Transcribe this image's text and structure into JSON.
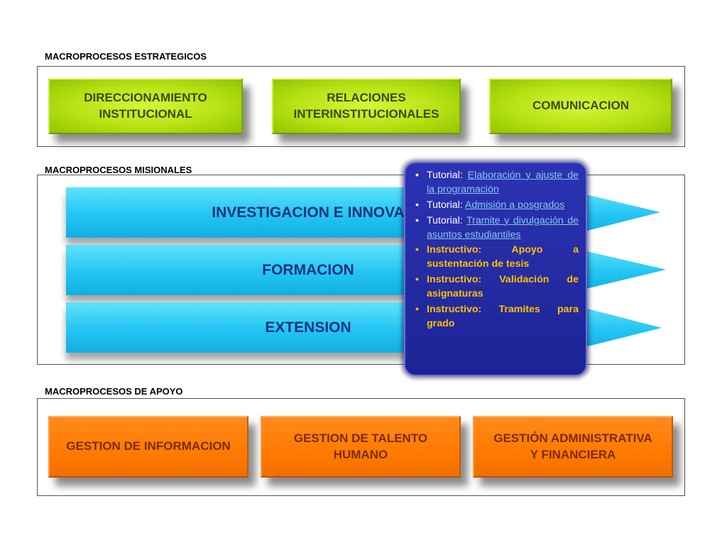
{
  "sections": {
    "strategic": {
      "label": "MACROPROCESOS ESTRATEGICOS",
      "boxes": [
        {
          "line1": "DIRECCIONAMIENTO",
          "line2": "INSTITUCIONAL"
        },
        {
          "line1": "RELACIONES",
          "line2": "INTERINSTITUCIONALES"
        },
        {
          "line1": "COMUNICACION"
        }
      ]
    },
    "missional": {
      "label": "MACROPROCESOS MISIONALES",
      "arrows": [
        "INVESTIGACION E INNOVA",
        "FORMACION",
        "EXTENSION"
      ]
    },
    "support": {
      "label": "MACROPROCESOS DE APOYO",
      "boxes": [
        {
          "line1": "GESTION DE INFORMACION"
        },
        {
          "line1": "GESTION DE TALENTO",
          "line2": "HUMANO"
        },
        {
          "line1": "GESTIÓN ADMINISTRATIVA",
          "line2": "Y FINANCIERA"
        }
      ]
    }
  },
  "popup": {
    "items": [
      {
        "prefix": "Tutorial:",
        "link": "Elaboración y ajuste de la programación"
      },
      {
        "prefix": "Tutorial:",
        "link": "Admisión a posgrados"
      },
      {
        "prefix": "Tutorial:",
        "link": "Tramite y divulgación de asuntos estudiantiles"
      },
      {
        "text": "Instructivo: Apoyo a sustentación de tesis"
      },
      {
        "text": "Instructivo: Validación de asignaturas"
      },
      {
        "text": "Instructivo: Tramites para grado"
      }
    ]
  },
  "colors": {
    "green": "#b7e214",
    "cyan": "#23c5f3",
    "orange": "#ff7a00",
    "popup": "#1c2495",
    "instructivo": "#ffc000",
    "link": "#86c8e8"
  }
}
